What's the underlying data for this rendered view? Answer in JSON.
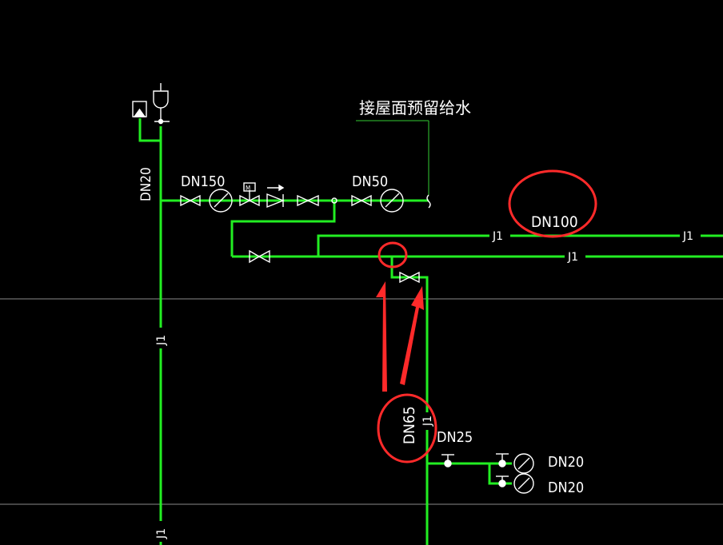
{
  "colors": {
    "background": "#000000",
    "pipe": "#22ee22",
    "symbol": "#ffffff",
    "markup": "#ff2a2a",
    "gridline": "#9a9a9a",
    "leader": "#33cc33"
  },
  "labels": {
    "roof_note": "接屋面预留给水",
    "dn20_riser": "DN20",
    "dn150": "DN150",
    "dn50": "DN50",
    "dn100": "DN100",
    "dn65": "DN65",
    "dn25": "DN25",
    "dn20_a": "DN20",
    "dn20_b": "DN20",
    "meter_mark": "M"
  },
  "pipe_labels": {
    "j1_upper_1": "J1",
    "j1_upper_2": "J1",
    "j1_lower": "J1",
    "j1_riser_left_1": "J1",
    "j1_riser_left_2": "J1",
    "j1_riser_right": "J1"
  }
}
